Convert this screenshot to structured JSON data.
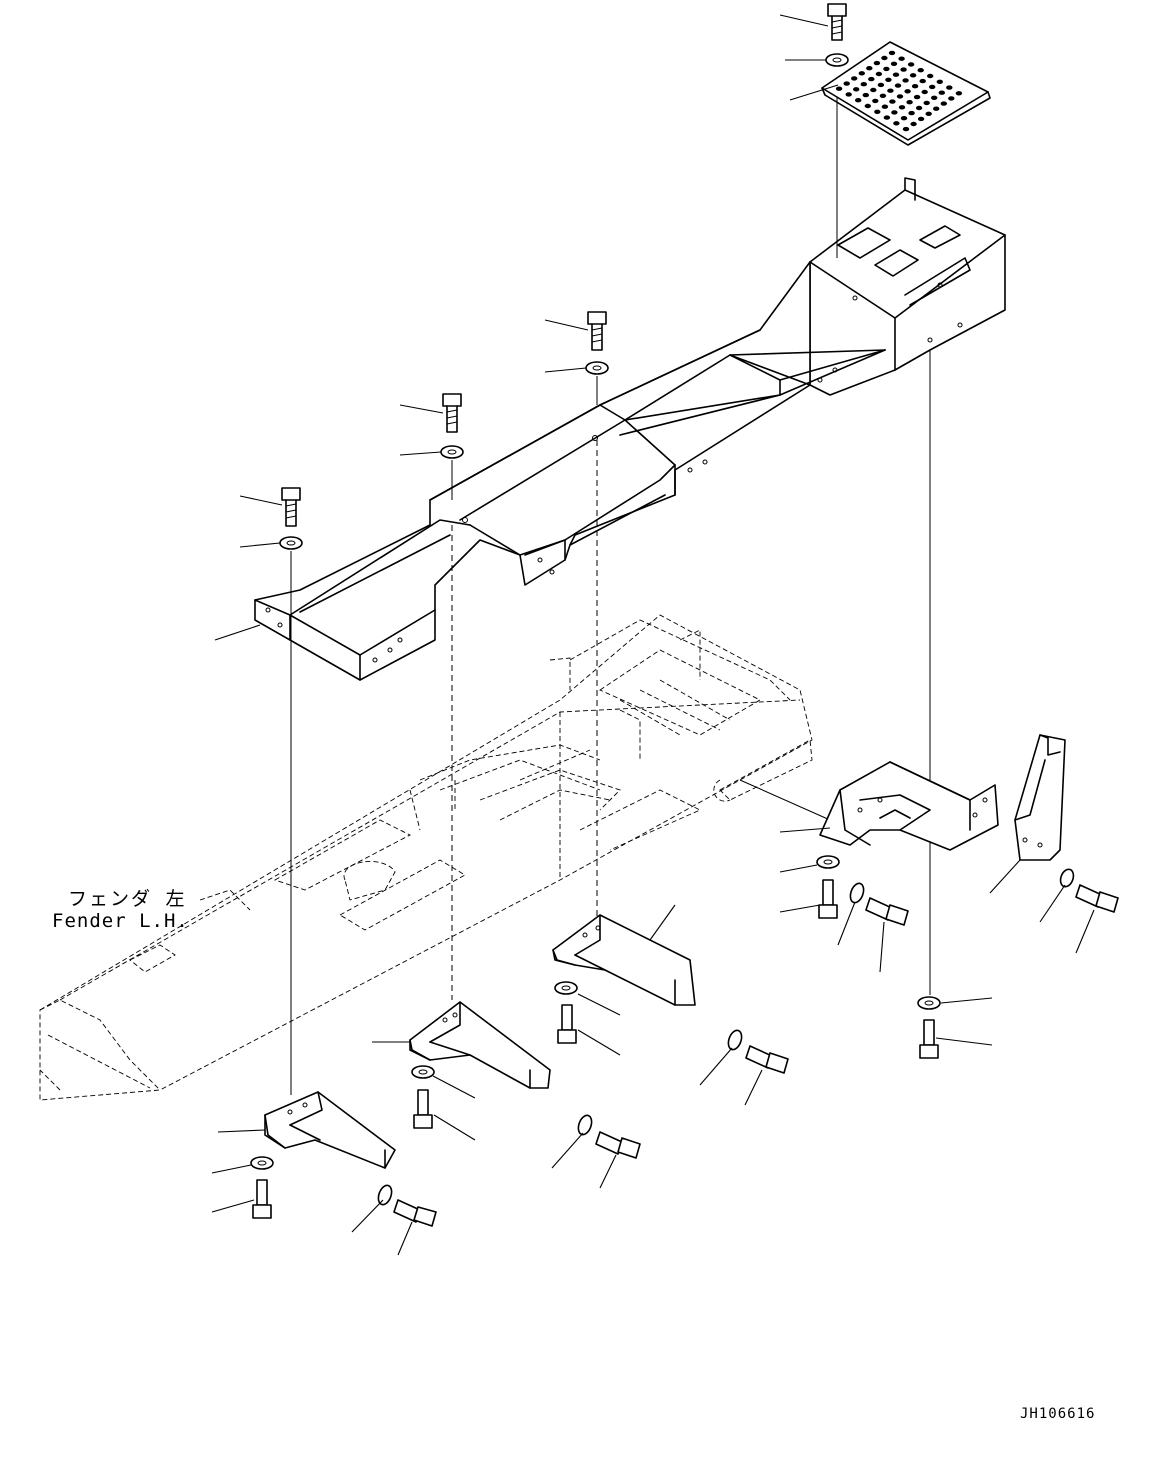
{
  "diagram": {
    "callout": {
      "label_jp": "フェンダ 左",
      "label_en": "Fender L.H."
    },
    "drawing_id": "JH106616"
  }
}
